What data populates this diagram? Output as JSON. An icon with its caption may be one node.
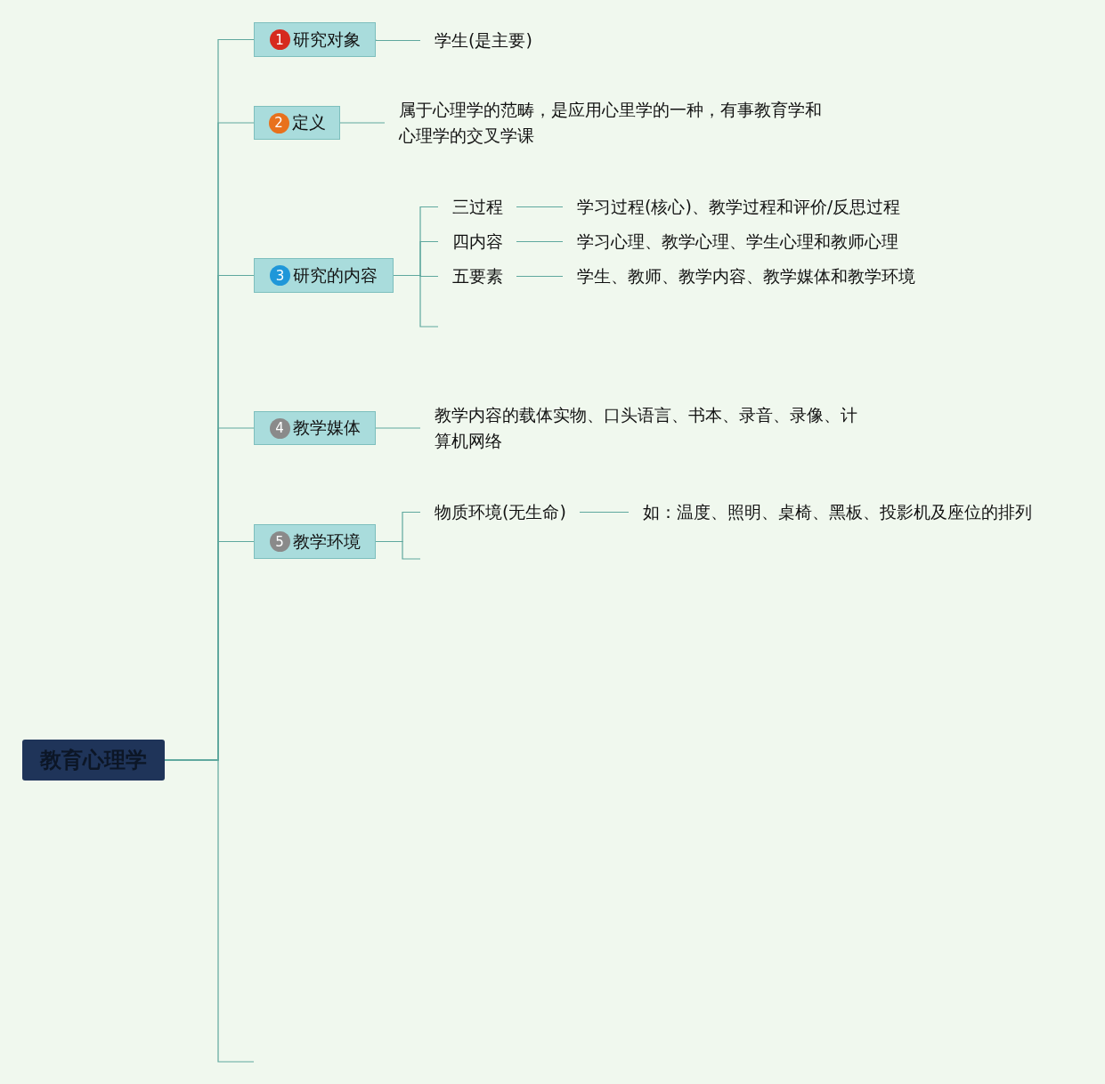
{
  "diagram": {
    "nodes": [
      {
        "text": [
          "教育心理学"
        ]
      },
      {
        "text": [
          "1",
          "研究对象"
        ]
      },
      {
        "text": [
          "学生(是主要)"
        ]
      },
      {
        "text": [
          "2",
          "定义"
        ]
      },
      {
        "text": [
          "属于心理学的范畴，是应用心里学的一种，有事教育学和心理学的交叉学课"
        ]
      },
      {
        "text": [
          "3",
          "研究的内容"
        ]
      },
      {
        "text": [
          "三过程"
        ]
      },
      {
        "text": [
          "学习过程(核心)、教学过程和评价/反思过程"
        ]
      },
      {
        "text": [
          "四内容"
        ]
      },
      {
        "text": [
          "学习心理、教学心理、学生心理和教师心理"
        ]
      },
      {
        "text": [
          "五要素"
        ]
      },
      {
        "text": [
          "学生、教师、教学内容、教学媒体和教学环境"
        ]
      },
      {
        "text": [
          "4",
          "教学媒体"
        ]
      },
      {
        "text": [
          "教学内容的载体实物、口头语言、书本、录音、录像、计算机网络"
        ]
      },
      {
        "text": [
          "5",
          "教学环境"
        ]
      },
      {
        "text": [
          "物质环境(无生命)"
        ]
      },
      {
        "text": [
          "如：温度、照明、桌椅、黑板、投影机及座位的排列"
        ]
      }
    ],
    "edges": [
      {
        "from": 0,
        "to": 1,
        "arrow": "none"
      },
      {
        "from": 1,
        "to": 2,
        "arrow": "none"
      },
      {
        "from": 0,
        "to": 3,
        "arrow": "none"
      },
      {
        "from": 3,
        "to": 4,
        "arrow": "none"
      },
      {
        "from": 0,
        "to": 5,
        "arrow": "none"
      },
      {
        "from": 5,
        "to": 6,
        "arrow": "none"
      },
      {
        "from": 6,
        "to": 7,
        "arrow": "none"
      },
      {
        "from": 5,
        "to": 8,
        "arrow": "none"
      },
      {
        "from": 8,
        "to": 9,
        "arrow": "none"
      },
      {
        "from": 5,
        "to": 10,
        "arrow": "none"
      },
      {
        "from": 10,
        "to": 11,
        "arrow": "none"
      },
      {
        "from": 5,
        "to": null,
        "arrow": "none"
      },
      {
        "from": 0,
        "to": 12,
        "arrow": "none"
      },
      {
        "from": 12,
        "to": 13,
        "arrow": "none"
      },
      {
        "from": 0,
        "to": 14,
        "arrow": "none"
      },
      {
        "from": 14,
        "to": 15,
        "arrow": "none"
      },
      {
        "from": 15,
        "to": 16,
        "arrow": "none"
      },
      {
        "from": 14,
        "to": null,
        "arrow": "none"
      },
      {
        "from": 0,
        "to": null,
        "arrow": "none"
      }
    ]
  }
}
